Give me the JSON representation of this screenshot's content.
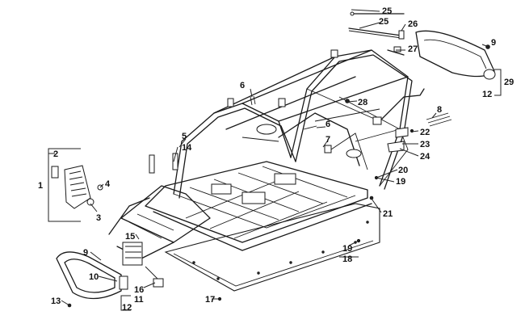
{
  "diagram": {
    "callouts": [
      {
        "id": "c25a",
        "text": "25"
      },
      {
        "id": "c25b",
        "text": "25"
      },
      {
        "id": "c26",
        "text": "26"
      },
      {
        "id": "c27",
        "text": "27"
      },
      {
        "id": "c9a",
        "text": "9"
      },
      {
        "id": "c29",
        "text": "29"
      },
      {
        "id": "c12a",
        "text": "12"
      },
      {
        "id": "c6a",
        "text": "6"
      },
      {
        "id": "c28",
        "text": "28"
      },
      {
        "id": "c8",
        "text": "8"
      },
      {
        "id": "c6b",
        "text": "6"
      },
      {
        "id": "c22",
        "text": "22"
      },
      {
        "id": "c23",
        "text": "23"
      },
      {
        "id": "c24",
        "text": "24"
      },
      {
        "id": "c5",
        "text": "5"
      },
      {
        "id": "c14",
        "text": "14"
      },
      {
        "id": "c7",
        "text": "7"
      },
      {
        "id": "c20",
        "text": "20"
      },
      {
        "id": "c19a",
        "text": "19"
      },
      {
        "id": "c2",
        "text": "2"
      },
      {
        "id": "c1",
        "text": "1"
      },
      {
        "id": "c4",
        "text": "4"
      },
      {
        "id": "c3",
        "text": "3"
      },
      {
        "id": "c21",
        "text": "21"
      },
      {
        "id": "c15",
        "text": "15"
      },
      {
        "id": "c19b",
        "text": "19"
      },
      {
        "id": "c18",
        "text": "18"
      },
      {
        "id": "c9b",
        "text": "9"
      },
      {
        "id": "c10",
        "text": "10"
      },
      {
        "id": "c16",
        "text": "16"
      },
      {
        "id": "c11",
        "text": "11"
      },
      {
        "id": "c12b",
        "text": "12"
      },
      {
        "id": "c13",
        "text": "13"
      },
      {
        "id": "c17",
        "text": "17"
      }
    ]
  }
}
